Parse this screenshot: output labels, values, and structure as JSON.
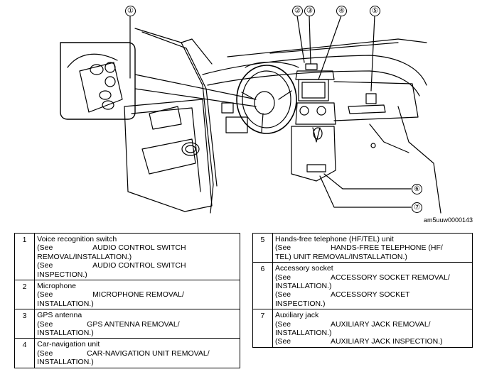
{
  "figure": {
    "id": "am5uuw0000143",
    "callouts": [
      "①",
      "②",
      "③",
      "④",
      "⑤",
      "⑥",
      "⑦"
    ]
  },
  "table": {
    "rows": [
      {
        "num": "1",
        "name": "Voice recognition switch",
        "lines": [
          [
            "(See",
            "AUDIO CONTROL SWITCH"
          ],
          [
            "",
            "REMOVAL/INSTALLATION.)"
          ],
          [
            "(See",
            "AUDIO CONTROL SWITCH"
          ],
          [
            "",
            "INSPECTION.)"
          ]
        ]
      },
      {
        "num": "2",
        "name": "Microphone",
        "lines": [
          [
            "(See",
            "MICROPHONE REMOVAL/"
          ],
          [
            "",
            "INSTALLATION.)"
          ]
        ]
      },
      {
        "num": "3",
        "name": "GPS antenna",
        "lines": [
          [
            "(See",
            "GPS ANTENNA REMOVAL/"
          ],
          [
            "",
            "INSTALLATION.)"
          ]
        ]
      },
      {
        "num": "4",
        "name": "Car-navigation unit",
        "lines": [
          [
            "(See",
            "CAR-NAVIGATION UNIT REMOVAL/"
          ],
          [
            "",
            "INSTALLATION.)"
          ]
        ]
      },
      {
        "num": "5",
        "name": "Hands-free telephone (HF/TEL) unit",
        "lines": [
          [
            "(See",
            "HANDS-FREE TELEPHONE (HF/"
          ],
          [
            "",
            "TEL) UNIT REMOVAL/INSTALLATION.)"
          ]
        ]
      },
      {
        "num": "6",
        "name": "Accessory socket",
        "lines": [
          [
            "(See",
            "ACCESSORY SOCKET REMOVAL/"
          ],
          [
            "",
            "INSTALLATION.)"
          ],
          [
            "(See",
            "ACCESSORY SOCKET"
          ],
          [
            "",
            "INSPECTION.)"
          ]
        ]
      },
      {
        "num": "7",
        "name": "Auxiliary jack",
        "lines": [
          [
            "(See",
            "AUXILIARY JACK REMOVAL/"
          ],
          [
            "",
            "INSTALLATION.)"
          ],
          [
            "(See",
            "AUXILIARY JACK INSPECTION.)"
          ]
        ]
      }
    ]
  }
}
